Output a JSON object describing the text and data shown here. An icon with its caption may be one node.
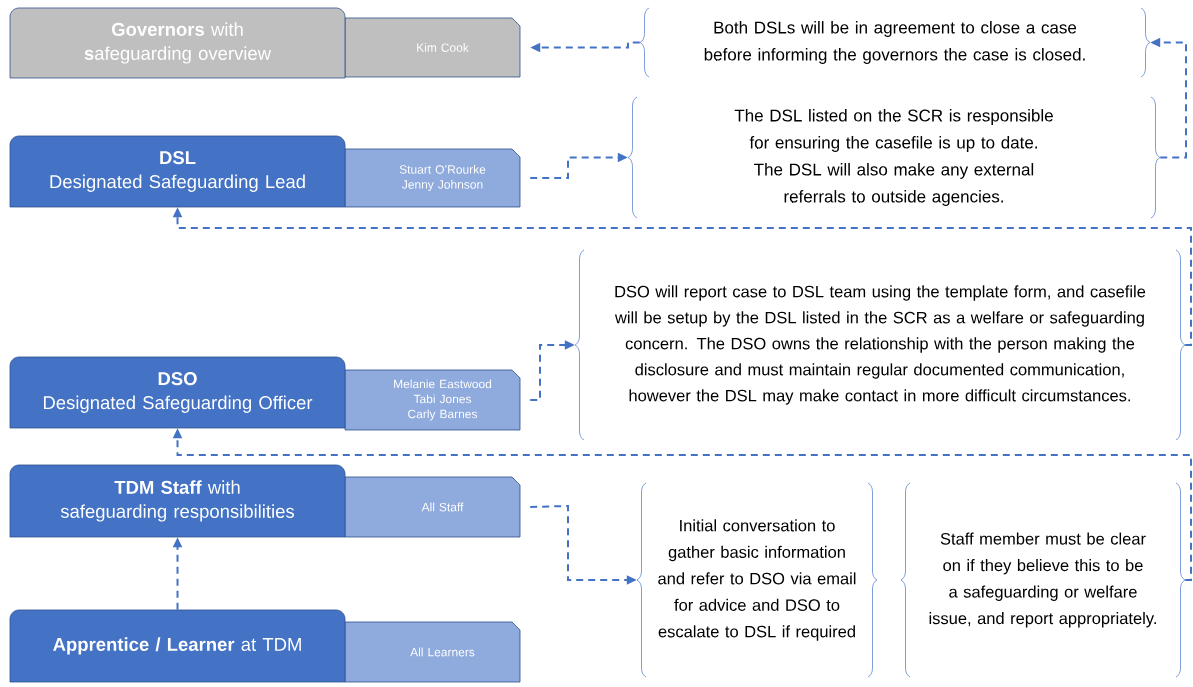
{
  "diagram": {
    "nodes": [
      {
        "text": [
          "**Governors** with **s**afeguarding overview"
        ]
      },
      {
        "text": [
          "Kim Cook"
        ]
      },
      {
        "text": [
          "DSL",
          "Designated Safeguarding Lead"
        ]
      },
      {
        "text": [
          "Stuart O’Rourke",
          "Jenny Johnson"
        ]
      },
      {
        "text": [
          "DSO",
          "Designated Safeguarding Officer"
        ]
      },
      {
        "text": [
          "Melanie Eastwood",
          "Tabi Jones",
          "Carly Barnes"
        ]
      },
      {
        "text": [
          "**TDM Staff** with safeguarding responsibilities"
        ]
      },
      {
        "text": [
          "All Staff"
        ]
      },
      {
        "text": [
          "**Apprentice / Learner** at TDM"
        ]
      },
      {
        "text": [
          "All Learners"
        ]
      },
      {
        "text": [
          "Both DSLs will be in agreement to close a case before informing the governors the case is closed."
        ]
      },
      {
        "text": [
          "The DSL listed on the SCR is responsible for ensuring the casefile is up to date.",
          "The DSL will also make any external referrals to outside agencies."
        ]
      },
      {
        "text": [
          "DSO will report case to DSL team using the template form, and casefile will be setup by the DSL listed in the SCR as a welfare or safeguarding concern. The DSO owns the relationship with the person making the disclosure and must maintain  regular documented communication, however the DSL may make contact in more difficult circumstances."
        ]
      },
      {
        "text": [
          "Initial conversation to gather basic information and refer to DSO via email for advice and DSO to escalate to DSL if required"
        ]
      },
      {
        "text": [
          "Staff member must be clear on if they believe this to be a safeguarding or welfare issue, and report appropriately."
        ]
      }
    ],
    "edges": [
      {
        "from": 10,
        "to": 1,
        "arrow": "to",
        "style": "dashed"
      },
      {
        "from": 11,
        "to": 10,
        "arrow": "to",
        "style": "dashed"
      },
      {
        "from": 3,
        "to": 11,
        "arrow": "to",
        "style": "dashed"
      },
      {
        "from": 12,
        "to": 2,
        "arrow": "to",
        "style": "dashed"
      },
      {
        "from": 5,
        "to": 12,
        "arrow": "to",
        "style": "dashed"
      },
      {
        "from": 14,
        "to": 4,
        "arrow": "to",
        "style": "dashed"
      },
      {
        "from": 7,
        "to": 13,
        "arrow": "to",
        "style": "dashed"
      },
      {
        "from": 8,
        "to": 6,
        "arrow": "to",
        "style": "dashed"
      }
    ]
  }
}
